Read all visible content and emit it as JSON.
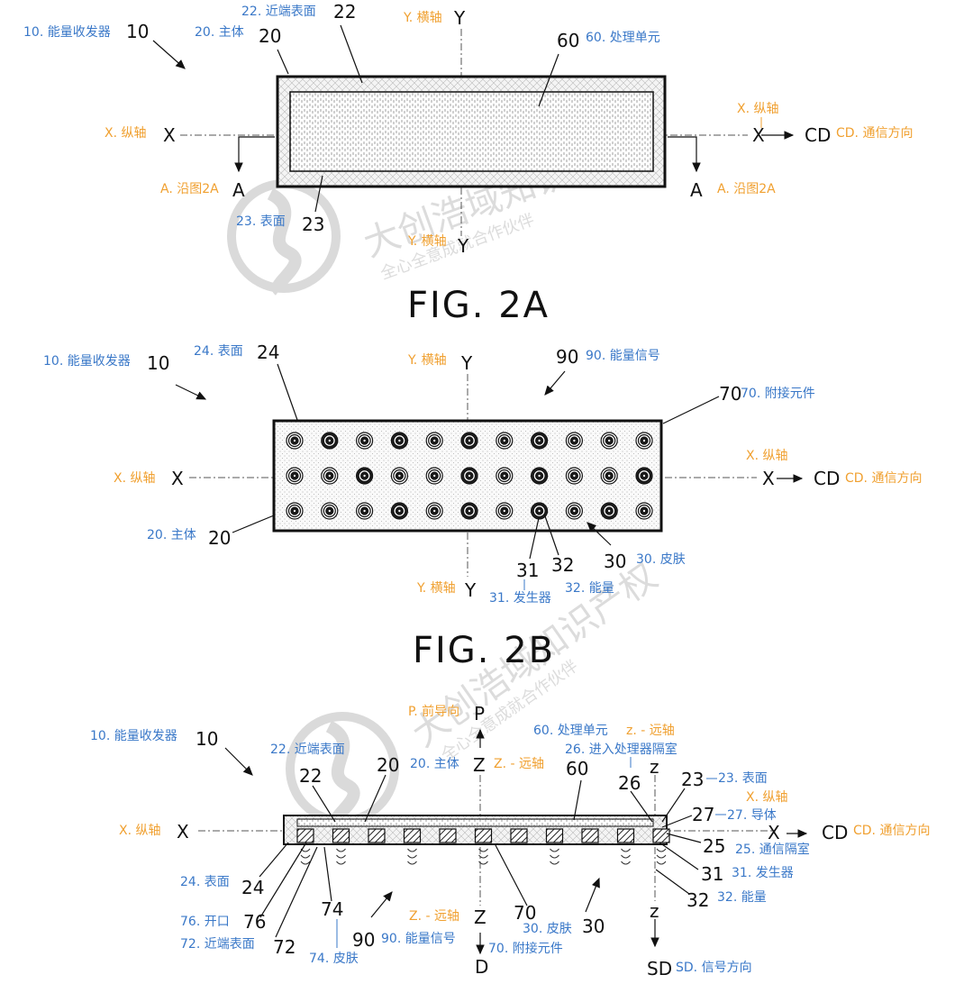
{
  "figures": {
    "fig2a": {
      "title": "FIG. 2A",
      "labels": {
        "l10": {
          "num": "10",
          "text": "10. 能量收发器"
        },
        "l20": {
          "num": "20",
          "text": "20. 主体"
        },
        "l22": {
          "num": "22",
          "text": "22. 近端表面"
        },
        "ly_top": {
          "num": "Y",
          "text": "Y. 横轴"
        },
        "l60": {
          "num": "60",
          "text": "60. 处理单元"
        },
        "lx_left": {
          "num": "X",
          "text": "X. 纵轴"
        },
        "lx_right": {
          "num": "X",
          "text": "X. 纵轴"
        },
        "lcd": {
          "num": "CD",
          "text": "CD. 通信方向"
        },
        "la_left": {
          "num": "A",
          "text": "A. 沿图2A"
        },
        "la_right": {
          "num": "A",
          "text": "A. 沿图2A"
        },
        "l23": {
          "num": "23",
          "text": "23. 表面"
        },
        "ly_bottom": {
          "num": "Y",
          "text": "Y. 横轴"
        }
      }
    },
    "fig2b": {
      "title": "FIG. 2B",
      "labels": {
        "l10": {
          "num": "10",
          "text": "10. 能量收发器"
        },
        "l24": {
          "num": "24",
          "text": "24. 表面"
        },
        "ly_top": {
          "num": "Y",
          "text": "Y. 横轴"
        },
        "l90": {
          "num": "90",
          "text": "90. 能量信号"
        },
        "l70": {
          "num": "70",
          "text": "70. 附接元件"
        },
        "lx_left": {
          "num": "X",
          "text": "X. 纵轴"
        },
        "lx_right": {
          "num": "X",
          "text": "X. 纵轴"
        },
        "lcd": {
          "num": "CD",
          "text": "CD. 通信方向"
        },
        "l20": {
          "num": "20",
          "text": "20. 主体"
        },
        "l31": {
          "num": "31",
          "text": "31. 发生器"
        },
        "l32": {
          "num": "32",
          "text": "32. 能量"
        },
        "l30": {
          "num": "30",
          "text": "30. 皮肤"
        },
        "ly_bottom": {
          "num": "Y",
          "text": "Y. 横轴"
        }
      }
    },
    "fig2c": {
      "labels": {
        "l10": {
          "num": "10",
          "text": "10. 能量收发器"
        },
        "lp": {
          "num": "P",
          "text": "P. 前导向"
        },
        "l22": {
          "num": "22",
          "text": "22. 近端表面"
        },
        "l20": {
          "num": "20",
          "text": "20. 主体"
        },
        "lz_top": {
          "num": "Z",
          "text": "Z. - 远轴"
        },
        "l60": {
          "num": "60",
          "text": "60. 处理单元"
        },
        "lz_right": {
          "num": "z",
          "text": "z. - 远轴"
        },
        "l26": {
          "num": "26",
          "text": "26. 进入处理器隔室"
        },
        "l23": {
          "num": "23",
          "text": "23. 表面"
        },
        "lx_right": {
          "num": "X",
          "text": "X. 纵轴"
        },
        "l27": {
          "num": "27",
          "text": "27. 导体"
        },
        "lx_left": {
          "num": "X",
          "text": "X. 纵轴"
        },
        "lcd": {
          "num": "CD",
          "text": "CD. 通信方向"
        },
        "l25": {
          "num": "25",
          "text": "25. 通信隔室"
        },
        "l24": {
          "num": "24",
          "text": "24. 表面"
        },
        "l31": {
          "num": "31",
          "text": "31. 发生器"
        },
        "l32": {
          "num": "32",
          "text": "32. 能量"
        },
        "l76": {
          "num": "76",
          "text": "76. 开口"
        },
        "l74": {
          "num": "74",
          "text": "74. 皮肤"
        },
        "lz_bottom": {
          "num": "Z",
          "text": "Z. - 远轴"
        },
        "l70": {
          "num": "70",
          "text": "70. 附接元件"
        },
        "l30": {
          "num": "30",
          "text": "30. 皮肤"
        },
        "lz_b_right": {
          "num": "z",
          "text": ""
        },
        "l72": {
          "num": "72",
          "text": "72. 近端表面"
        },
        "l90": {
          "num": "90",
          "text": "90. 能量信号"
        },
        "ld": {
          "num": "D",
          "text": ""
        },
        "lsd": {
          "num": "SD",
          "text": "SD. 信号方向"
        }
      }
    }
  },
  "watermark": {
    "line1": "大创浩域知识产权",
    "line2": "全心全意成就合作伙伴"
  },
  "colors": {
    "annotation_blue": "#3a78c8",
    "annotation_orange": "#f0a030"
  }
}
